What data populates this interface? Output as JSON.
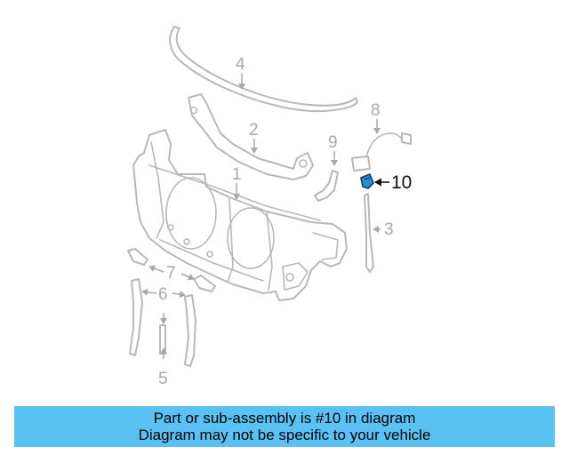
{
  "diagram": {
    "callouts": [
      {
        "id": "1",
        "label": "1"
      },
      {
        "id": "2",
        "label": "2"
      },
      {
        "id": "3",
        "label": "3"
      },
      {
        "id": "4",
        "label": "4"
      },
      {
        "id": "5",
        "label": "5"
      },
      {
        "id": "6",
        "label": "6"
      },
      {
        "id": "7",
        "label": "7"
      },
      {
        "id": "8",
        "label": "8"
      },
      {
        "id": "9",
        "label": "9"
      },
      {
        "id": "10",
        "label": "10"
      }
    ],
    "highlighted_part": "10",
    "highlight_color": "#2e8fd0"
  },
  "banner": {
    "line1": "Part or sub-assembly is #10 in diagram",
    "line2": "Diagram may not be specific to your vehicle",
    "background": "#5ac2f3"
  }
}
